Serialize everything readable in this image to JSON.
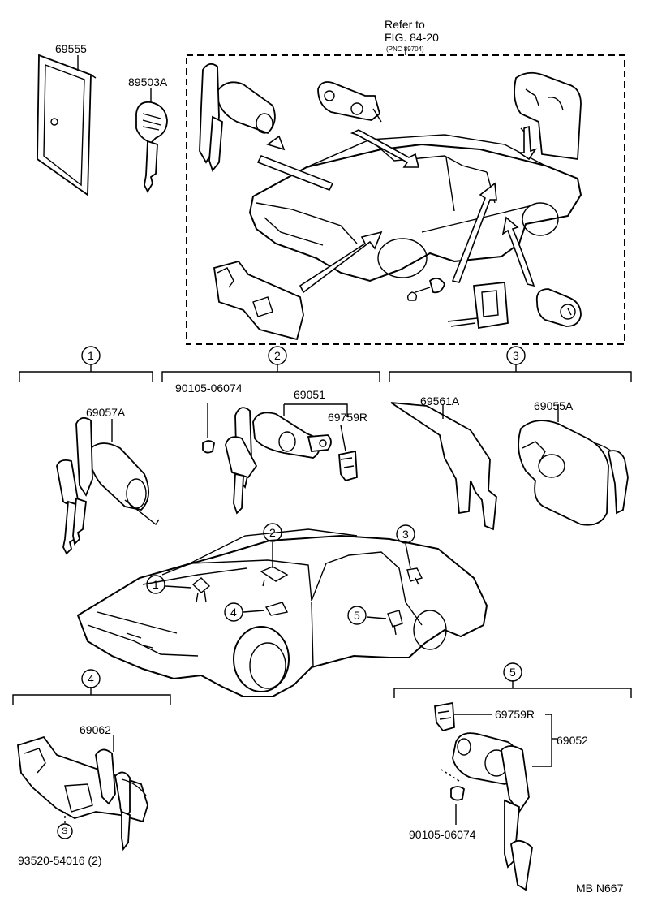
{
  "reference": {
    "line1": "Refer to",
    "line2": "FIG. 84-20",
    "line3": "(PNC 89704)"
  },
  "part_numbers": {
    "p69555": "69555",
    "p89503A": "89503A",
    "p90105_top": "90105-06074",
    "p69051": "69051",
    "p69759R_top": "69759R",
    "p69057A": "69057A",
    "p69561A": "69561A",
    "p69055A": "69055A",
    "p69062": "69062",
    "p93520": "93520-54016 (2)",
    "p69759R_bottom": "69759R",
    "p69052": "69052",
    "p90105_bottom": "90105-06074"
  },
  "callouts": {
    "c1": "1",
    "c2": "2",
    "c3": "3",
    "c4": "4",
    "c5": "5",
    "s_mark": "S"
  },
  "footer": {
    "code": "MB N667"
  }
}
